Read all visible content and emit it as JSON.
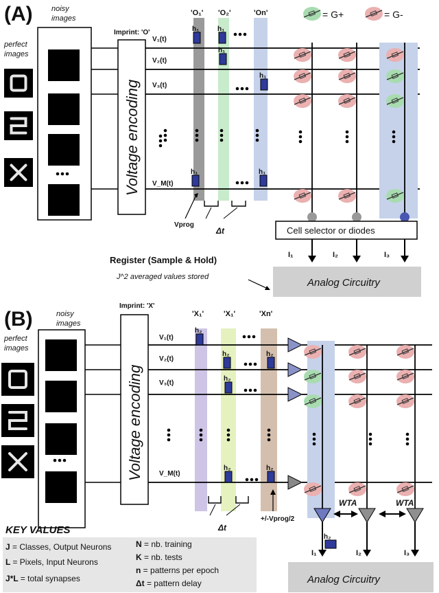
{
  "panelA": {
    "label": "(A)",
    "noisy_label": "noisy\nimages",
    "perfect_label": "perfect\nimages",
    "imprint": "Imprint: 'O'",
    "encoder": "Voltage encoding",
    "voltages": [
      "V₁(t)",
      "V₂(t)",
      "V₃(t)",
      "V_M(t)"
    ],
    "col_labels": [
      "'O₁'",
      "'O₂'",
      "'On'"
    ],
    "pulse": "h₁",
    "vprog": "Vprog",
    "delta": "Δt",
    "legend_plus": "= G+",
    "legend_minus": "= G-",
    "selector": "Cell selector or diodes",
    "currents": [
      "I₁",
      "I₂",
      "I₃"
    ],
    "register": "Register (Sample & Hold)",
    "stored": "J^2 averaged values stored",
    "analog": "Analog Circuitry",
    "ellipsis": "•••"
  },
  "panelB": {
    "label": "(B)",
    "noisy_label": "noisy\nimages",
    "perfect_label": "perfect\nimages",
    "imprint": "Imprint: 'X'",
    "encoder": "Voltage encoding",
    "voltages": [
      "V₁(t)",
      "V₂(t)",
      "V₃(t)",
      "V_M(t)"
    ],
    "col_labels": [
      "'X₁'",
      "'X₁'",
      "'Xn'"
    ],
    "pulse": "h₂",
    "vprog": "+/-Vprog/2",
    "delta": "Δt",
    "wta": "WTA",
    "currents": [
      "I₁",
      "I₂",
      "I₃"
    ],
    "analog": "Analog Circuitry"
  },
  "key_values": {
    "title": "KEY VALUES",
    "items": [
      {
        "sym": "J",
        "text": "= Classes, Output Neurons"
      },
      {
        "sym": "L",
        "text": "= Pixels, Input Neurons"
      },
      {
        "sym": "J*L",
        "text": "= total synapses"
      },
      {
        "sym": "N",
        "text": "= nb. training"
      },
      {
        "sym": "K",
        "text": "= nb. tests"
      },
      {
        "sym": "n",
        "text": "= patterns per epoch"
      },
      {
        "sym": "Δt",
        "text": "= pattern delay"
      }
    ]
  },
  "colors": {
    "g_plus": "#a8dcb0",
    "g_minus": "#ebb0b0",
    "gray_band": "#9a9a9a",
    "green_band": "#c8ebcb",
    "blue_band": "#c6d2ea",
    "purple_band": "#cdc4e6",
    "yellowgreen_band": "#e5f1bf",
    "brown_band": "#d4bfae",
    "pulse": "#2f3a9a",
    "analog_box": "#d0d0d0"
  }
}
